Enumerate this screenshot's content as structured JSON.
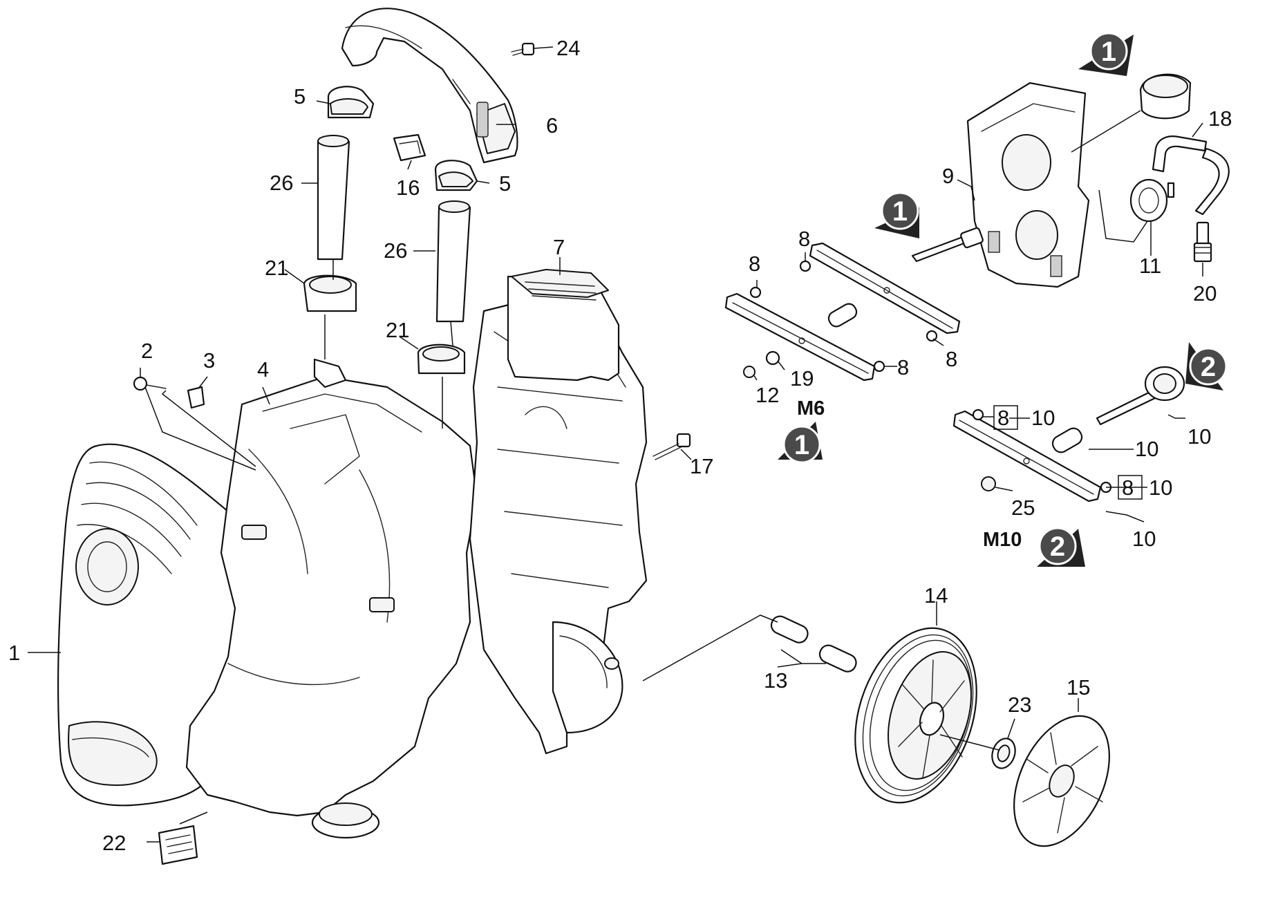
{
  "callouts": {
    "p1": "1",
    "p2": "2",
    "p3": "3",
    "p4": "4",
    "p5a": "5",
    "p5b": "5",
    "p6": "6",
    "p7": "7",
    "p8a": "8",
    "p8b": "8",
    "p8c": "8",
    "p8d": "8",
    "p8e": "8",
    "p8f": "8",
    "p9": "9",
    "p10a": "10",
    "p10b": "10",
    "p10c": "10",
    "p10d": "10",
    "p10e": "10",
    "p11": "11",
    "p12": "12",
    "p13": "13",
    "p14": "14",
    "p15": "15",
    "p16": "16",
    "p17": "17",
    "p18": "18",
    "p19": "19",
    "p20": "20",
    "p21a": "21",
    "p21b": "21",
    "p22": "22",
    "p23": "23",
    "p24": "24",
    "p25": "25",
    "p26a": "26",
    "p26b": "26"
  },
  "thread_labels": {
    "m6": "M6",
    "m10": "M10"
  },
  "markers": {
    "one": "1",
    "two": "2"
  }
}
